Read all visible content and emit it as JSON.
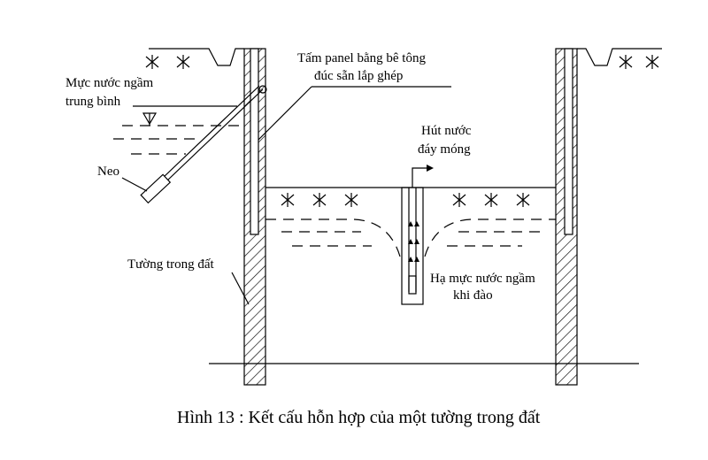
{
  "labels": {
    "panel_line1": "Tấm panel bằng bê tông",
    "panel_line2": "đúc sẵn lắp ghép",
    "water_line1": "Mực nước ngầm",
    "water_line2": "trung bình",
    "anchor": "Neo",
    "pump_line1": "Hút nước",
    "pump_line2": "đáy móng",
    "lowered_line1": "Hạ mực nước ngầm",
    "lowered_line2": "khi đào",
    "wall": "Tường trong đất"
  },
  "caption": "Hình 13 : Kết cấu hỗn hợp của một tường trong đất",
  "colors": {
    "ink": "#000000",
    "background": "#ffffff"
  }
}
